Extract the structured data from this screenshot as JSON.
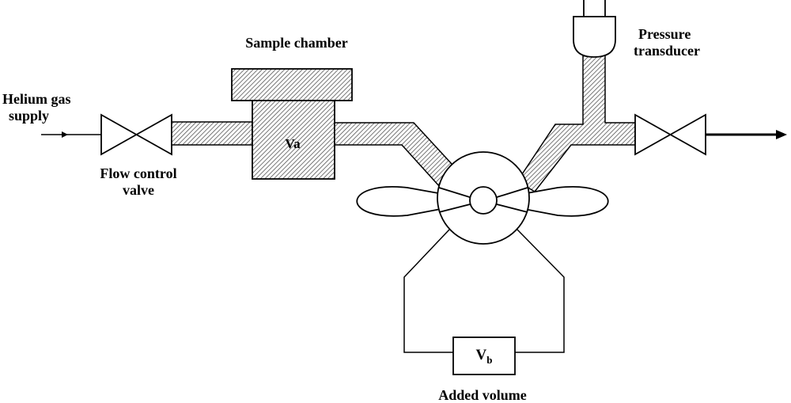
{
  "labels": {
    "sample_chamber": "Sample chamber",
    "helium_line1": "Helium gas",
    "helium_line2": "supply",
    "flow_line1": "Flow control",
    "flow_line2": "valve",
    "pressure_line1": "Pressure",
    "pressure_line2": "transducer",
    "va": "Va",
    "vb_main": "V",
    "vb_sub": "b",
    "added_volume": "Added volume"
  },
  "colors": {
    "line": "#000000",
    "hatch": "#555555",
    "fill": "#ffffff"
  }
}
